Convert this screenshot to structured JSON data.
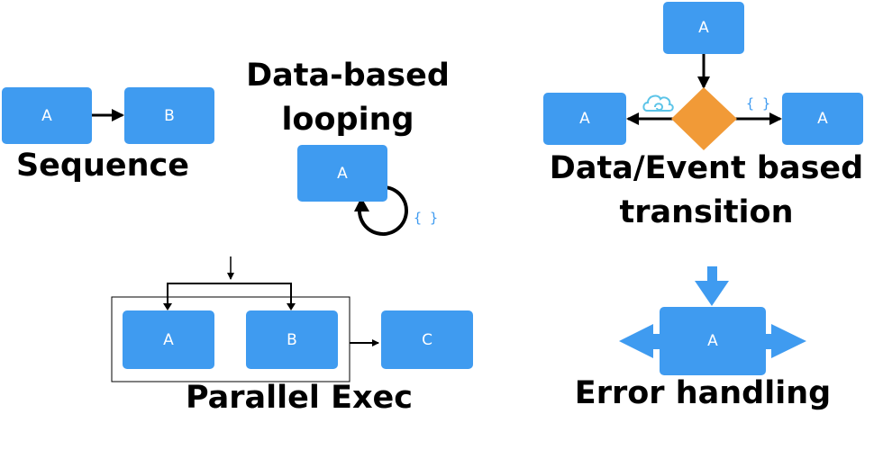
{
  "colors": {
    "node_fill": "#3f9bf0",
    "node_text": "#ffffff",
    "decision_fill": "#f19a37",
    "cloud_icon": "#5cc4e8",
    "braces_text": "#3f9bf0",
    "line": "#000000"
  },
  "sequence": {
    "title": "Sequence",
    "node_a": "A",
    "node_b": "B"
  },
  "looping": {
    "title_line1": "Data-based",
    "title_line2": "looping",
    "node": "A",
    "braces": "{ }"
  },
  "parallel": {
    "title": "Parallel Exec",
    "node_a": "A",
    "node_b": "B",
    "node_c": "C"
  },
  "transition": {
    "title_line1": "Data/Event based",
    "title_line2": "transition",
    "top_node": "A",
    "left_node": "A",
    "right_node": "A",
    "braces": "{ }",
    "event_icon": "cloud-icon"
  },
  "error_handling": {
    "title": "Error handling",
    "node": "A"
  }
}
